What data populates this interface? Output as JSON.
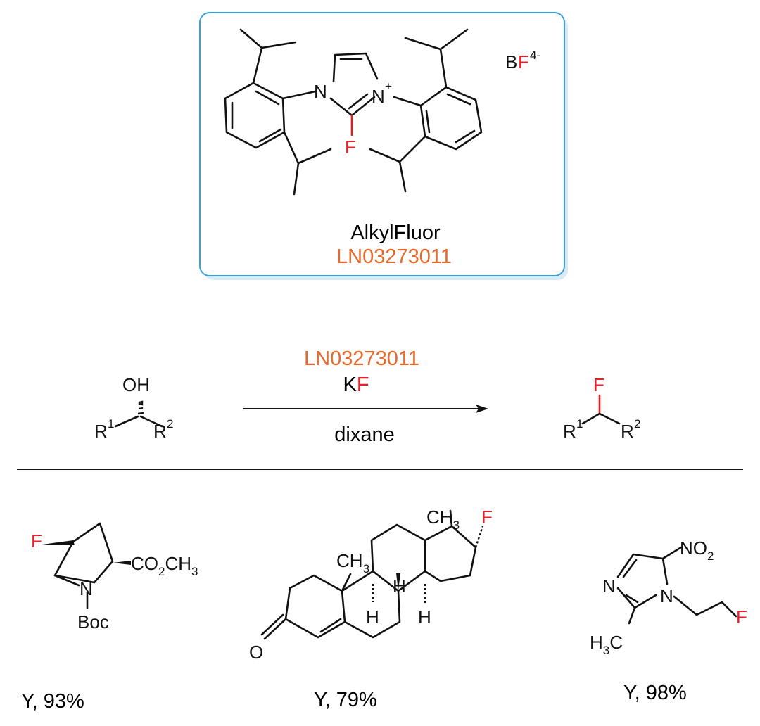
{
  "reagent_card": {
    "name": "AlkylFluor",
    "catalog_number": "LN03273011",
    "counterion": {
      "main": "B",
      "fluorine": "F",
      "charge": "4-"
    },
    "atoms": {
      "N1": "N",
      "N2": "N",
      "plus": "+",
      "F": "F"
    }
  },
  "reaction": {
    "reagent_code": "LN03273011",
    "salt": {
      "main": "K",
      "fluorine": "F"
    },
    "solvent": "dixane",
    "substrate": {
      "hydroxyl": "OH",
      "r1": "R",
      "r1_sup": "1",
      "r2": "R",
      "r2_sup": "2"
    },
    "product": {
      "fluorine": "F",
      "r1": "R",
      "r1_sup": "1",
      "r2": "R",
      "r2_sup": "2"
    }
  },
  "examples": [
    {
      "atoms": {
        "F": "F",
        "N": "N",
        "ester": "CO",
        "ester_sub": "2",
        "methyl": "CH",
        "methyl_sub": "3",
        "protecting": "Boc"
      },
      "yield": "Y, 93%"
    },
    {
      "atoms": {
        "F": "F",
        "methyl_top": "CH",
        "methyl_top_sub": "3",
        "methyl_mid": "CH",
        "methyl_mid_sub": "3",
        "H1": "H",
        "H2": "H",
        "H3": "H",
        "O": "O"
      },
      "yield": "Y, 79%"
    },
    {
      "atoms": {
        "nitro": "NO",
        "nitro_sub": "2",
        "N1": "N",
        "N2": "N",
        "methyl": "H",
        "methyl_sub": "3",
        "methyl_c": "C",
        "F": "F"
      },
      "yield": "Y, 98%"
    }
  ],
  "colors": {
    "accent_orange": "#e8692a",
    "fluorine_red": "#e8202a",
    "card_border": "#3aa0d8"
  }
}
